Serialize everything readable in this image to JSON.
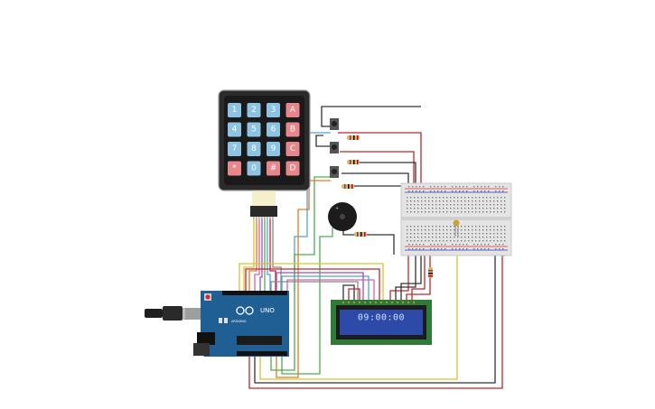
{
  "keypad": {
    "keys": [
      [
        "1",
        "2",
        "3",
        "A"
      ],
      [
        "4",
        "5",
        "6",
        "B"
      ],
      [
        "7",
        "8",
        "9",
        "C"
      ],
      [
        "*",
        "0",
        "#",
        "D"
      ]
    ],
    "number_key_color": "#8fc3e3",
    "letter_key_color": "#e8878b"
  },
  "lcd": {
    "display_text": "09:00:00",
    "screen_color": "#2d4aa8"
  },
  "arduino": {
    "model_label": "UNO",
    "board_color": "#1f5f93"
  },
  "colors": {
    "wire_red": "#c0262b",
    "wire_black": "#333333",
    "wire_orange": "#e07b22",
    "wire_yellow": "#d9c22c",
    "wire_green": "#4caf50",
    "wire_blue": "#4aa3d9",
    "wire_purple": "#9b4fc4",
    "wire_pink": "#e05fa0"
  }
}
